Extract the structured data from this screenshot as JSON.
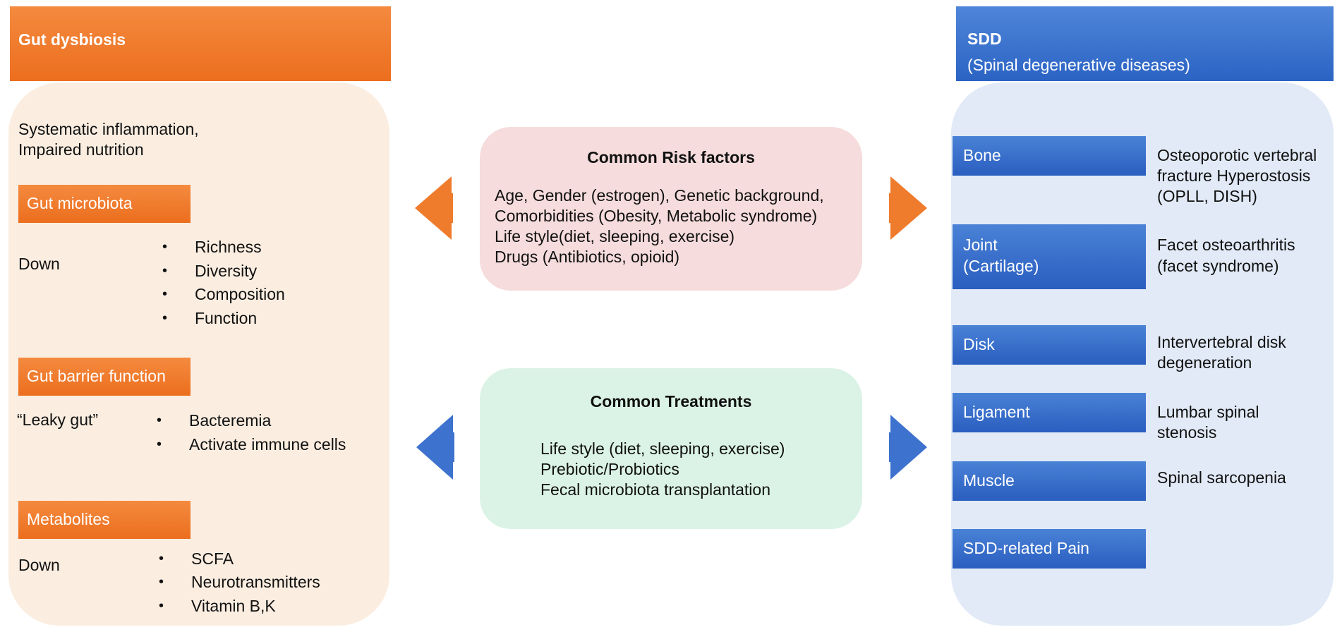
{
  "left": {
    "header": "Gut dysbiosis",
    "intro": [
      "Systematic inflammation,",
      "Impaired nutrition"
    ],
    "microbiota": {
      "label": "Gut microbiota",
      "trend": "Down",
      "items": [
        "Richness",
        "Diversity",
        "Composition",
        "Function"
      ]
    },
    "barrier": {
      "label": "Gut barrier function",
      "trend": "“Leaky gut”",
      "items": [
        "Bacteremia",
        "Activate immune cells"
      ]
    },
    "metabolites": {
      "label": "Metabolites",
      "trend": "Down",
      "items": [
        "SCFA",
        "Neurotransmitters",
        "Vitamin B,K"
      ]
    }
  },
  "center": {
    "risk": {
      "title": "Common Risk factors",
      "lines": [
        "Age, Gender (estrogen), Genetic background,",
        "Comorbidities (Obesity, Metabolic syndrome)",
        "Life style(diet, sleeping, exercise)",
        "Drugs (Antibiotics, opioid)"
      ]
    },
    "treatments": {
      "title": "Common Treatments",
      "lines": [
        "Life style (diet, sleeping, exercise)",
        "Prebiotic/Probiotics",
        "Fecal microbiota transplantation"
      ]
    }
  },
  "right": {
    "header_line1": "SDD",
    "header_line2": "(Spinal degenerative diseases)",
    "rows": [
      {
        "label": [
          "Bone"
        ],
        "desc": [
          "Osteoporotic vertebral",
          "fracture Hyperostosis",
          "(OPLL, DISH)"
        ]
      },
      {
        "label": [
          "Joint",
          "(Cartilage)"
        ],
        "desc": [
          "Facet osteoarthritis",
          "(facet syndrome)"
        ]
      },
      {
        "label": [
          "Disk"
        ],
        "desc": [
          "Intervertebral disk",
          "degeneration"
        ]
      },
      {
        "label": [
          "Ligament"
        ],
        "desc": [
          "Lumbar spinal",
          "stenosis"
        ]
      },
      {
        "label": [
          "Muscle"
        ],
        "desc": [
          "Spinal sarcopenia"
        ]
      },
      {
        "label": [
          "SDD-related Pain"
        ],
        "desc": []
      }
    ]
  },
  "colors": {
    "orange": "#ef7b2d",
    "orange_panel": "#fbeee1",
    "blue": "#2f6bcb",
    "blue_panel": "#e1eaf6",
    "risk_box": "#f6dcdc",
    "treatment_box": "#dbf3e6"
  }
}
